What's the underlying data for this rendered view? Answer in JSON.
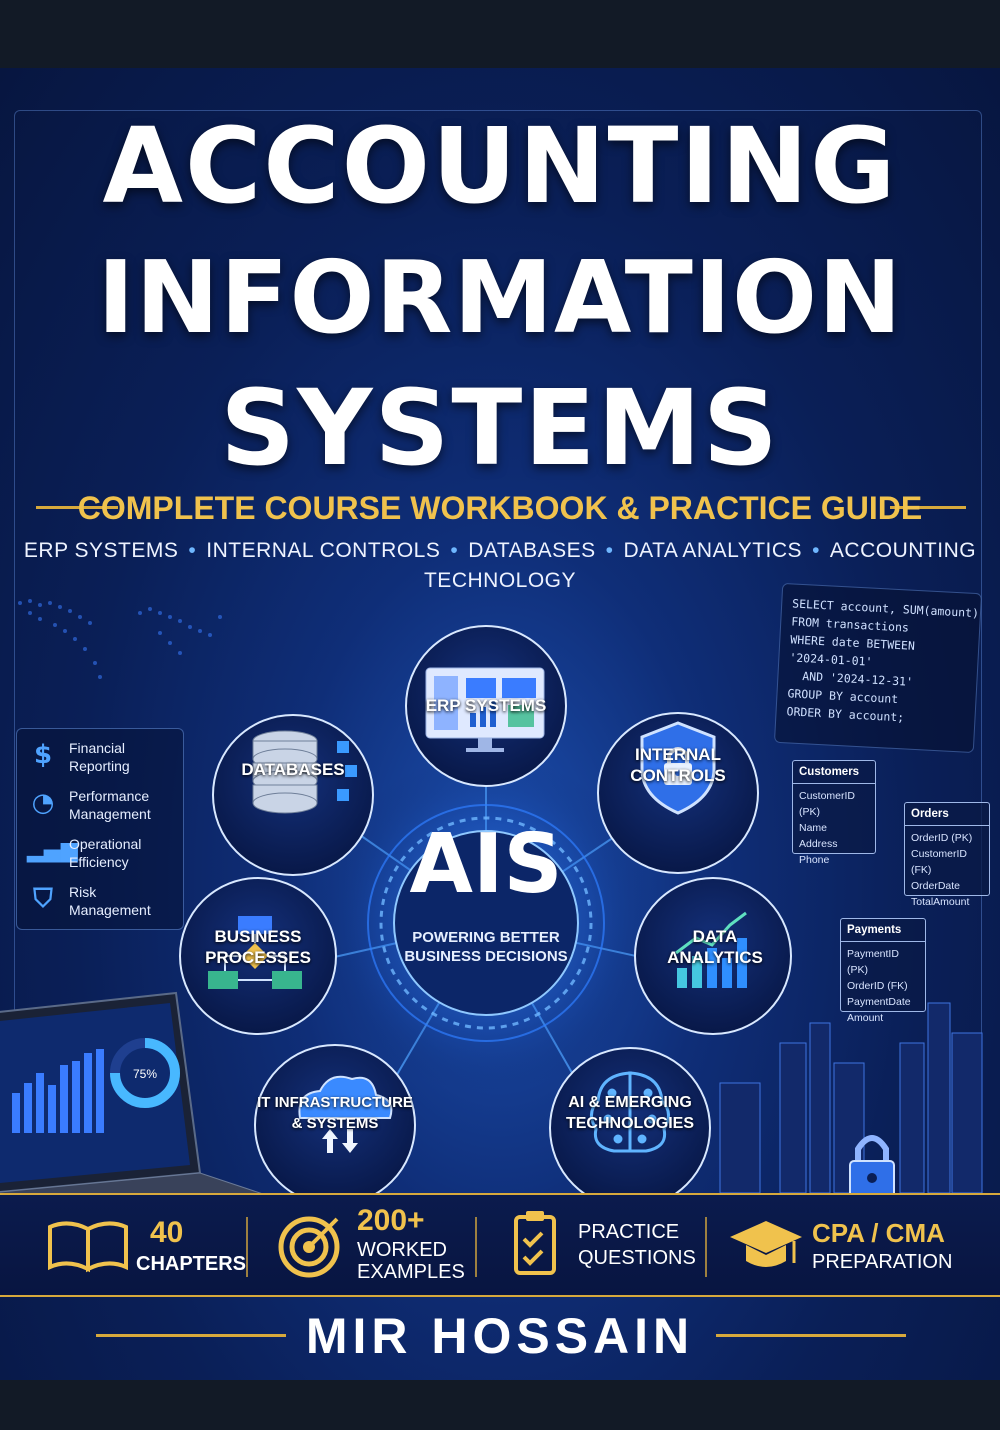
{
  "title": {
    "line1": "ACCOUNTING",
    "line2": "INFORMATION",
    "line3": "SYSTEMS"
  },
  "subtitle": "COMPLETE COURSE WORKBOOK & PRACTICE GUIDE",
  "topics": [
    "ERP SYSTEMS",
    "INTERNAL CONTROLS",
    "DATABASES",
    "DATA ANALYTICS",
    "ACCOUNTING TECHNOLOGY"
  ],
  "center": {
    "acronym": "AIS",
    "tagline_line1": "POWERING BETTER",
    "tagline_line2": "BUSINESS DECISIONS"
  },
  "nodes": {
    "erp": "ERP SYSTEMS",
    "databases": "DATABASES",
    "internal_controls_1": "INTERNAL",
    "internal_controls_2": "CONTROLS",
    "business_processes_1": "BUSINESS",
    "business_processes_2": "PROCESSES",
    "data_analytics_1": "DATA",
    "data_analytics_2": "ANALYTICS",
    "it_infra_1": "IT INFRASTRUCTURE",
    "it_infra_2": "& SYSTEMS",
    "ai_1": "AI & EMERGING",
    "ai_2": "TECHNOLOGIES"
  },
  "sql_lines": [
    "SELECT account, SUM(amount)",
    "FROM transactions",
    "WHERE date BETWEEN",
    "'2024-01-01'",
    "  AND '2024-12-31'",
    "GROUP BY account",
    "ORDER BY account;"
  ],
  "tables": {
    "customers": {
      "name": "Customers",
      "fields": [
        "CustomerID (PK)",
        "Name",
        "Address",
        "Phone"
      ]
    },
    "orders": {
      "name": "Orders",
      "fields": [
        "OrderID (PK)",
        "CustomerID (FK)",
        "OrderDate",
        "TotalAmount"
      ]
    },
    "payments": {
      "name": "Payments",
      "fields": [
        "PaymentID (PK)",
        "OrderID (FK)",
        "PaymentDate",
        "Amount"
      ]
    }
  },
  "left_panel": [
    {
      "line1": "Financial",
      "line2": "Reporting",
      "icon": "dollar-icon"
    },
    {
      "line1": "Performance",
      "line2": "Management",
      "icon": "pie-chart-icon"
    },
    {
      "line1": "Operational",
      "line2": "Efficiency",
      "icon": "bar-chart-icon"
    },
    {
      "line1": "Risk",
      "line2": "Management",
      "icon": "shield-check-icon"
    }
  ],
  "laptop_gauge": "75%",
  "stats": {
    "chapters_num": "40",
    "chapters_label": "CHAPTERS",
    "examples_num": "200+",
    "examples_label1": "WORKED",
    "examples_label2": "EXAMPLES",
    "practice_label1": "PRACTICE",
    "practice_label2": "QUESTIONS",
    "cpa_label1": "CPA / CMA",
    "cpa_label2": "PREPARATION"
  },
  "author": "MIR HOSSAIN",
  "colors": {
    "gold": "#f0c24d",
    "accent_blue": "#4fa3ff",
    "background": "#0a1f57"
  }
}
